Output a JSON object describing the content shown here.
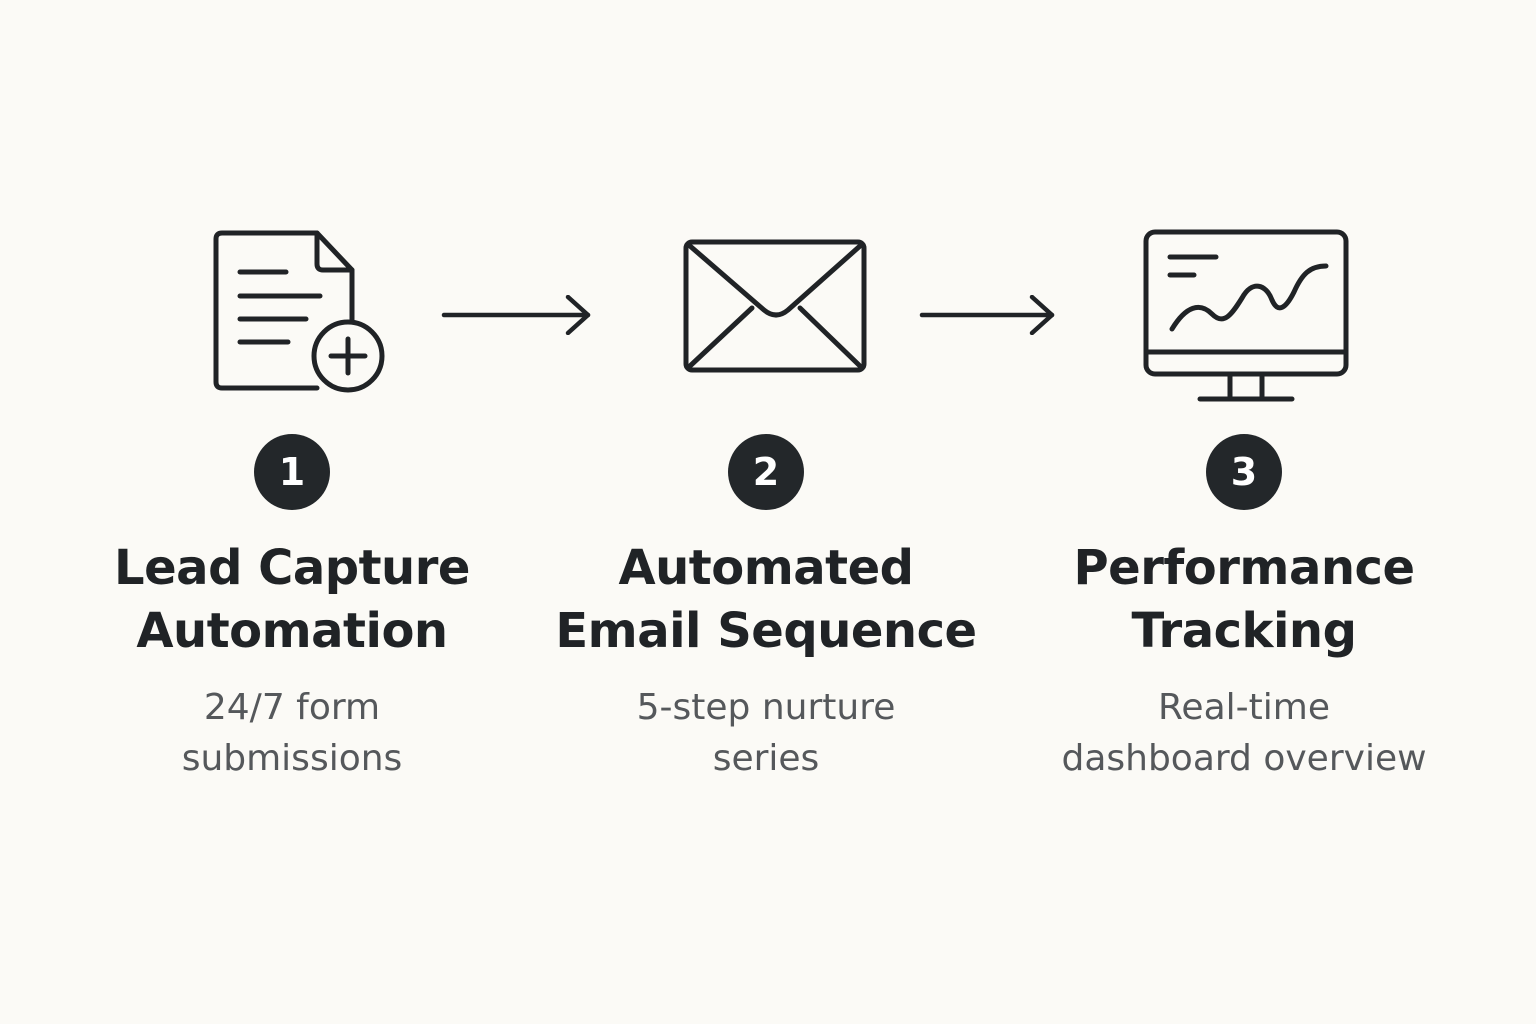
{
  "colors": {
    "background": "#fbfaf6",
    "ink": "#202326",
    "badge": "#23272a",
    "subtext": "#55585b"
  },
  "steps": [
    {
      "number": "1",
      "icon": "document-plus-icon",
      "title_line1": "Lead Capture",
      "title_line2": "Automation",
      "subtitle_line1": "24/7 form",
      "subtitle_line2": "submissions"
    },
    {
      "number": "2",
      "icon": "envelope-icon",
      "title_line1": "Automated",
      "title_line2": "Email Sequence",
      "subtitle_line1": "5-step nurture",
      "subtitle_line2": "series"
    },
    {
      "number": "3",
      "icon": "monitor-chart-icon",
      "title_line1": "Performance",
      "title_line2": "Tracking",
      "subtitle_line1": "Real-time",
      "subtitle_line2": "dashboard overview"
    }
  ],
  "connectors": [
    "arrow-right-icon",
    "arrow-right-icon"
  ]
}
